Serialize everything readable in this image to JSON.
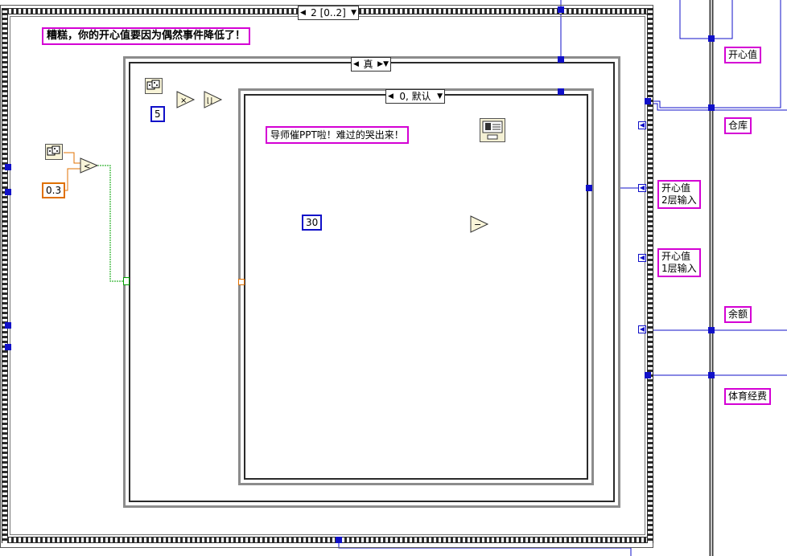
{
  "sequence": {
    "selector_label": "2 [0..2]"
  },
  "outer_case": {
    "selector_label": "真"
  },
  "inner_case": {
    "selector_label": "0, 默认"
  },
  "comments": {
    "main_message": "糟糕，你的开心值要因为偶然事件降低了！",
    "inner_message": "导师催PPT啦！难过的哭出来！"
  },
  "constants": {
    "threshold": "0.3",
    "multiplier": "5",
    "decrement": "30"
  },
  "right_labels": {
    "happiness": "开心值",
    "warehouse": "仓库",
    "happiness_layer2": [
      "开心值",
      "2层输入"
    ],
    "happiness_layer1": [
      "开心值",
      "1层输入"
    ],
    "balance": "余额",
    "sports_fund": "体育经费"
  },
  "colors": {
    "numeric_wire": "#1010c8",
    "double_wire": "#e07000",
    "boolean_wire": "#00a000",
    "comment_border": "#d400d4"
  },
  "icons": {
    "random_dice": "dice-icon",
    "compare_less": "less-than-icon",
    "multiply": "multiply-icon",
    "round": "round-icon",
    "subtract": "subtract-icon",
    "dialog": "dialog-icon"
  }
}
